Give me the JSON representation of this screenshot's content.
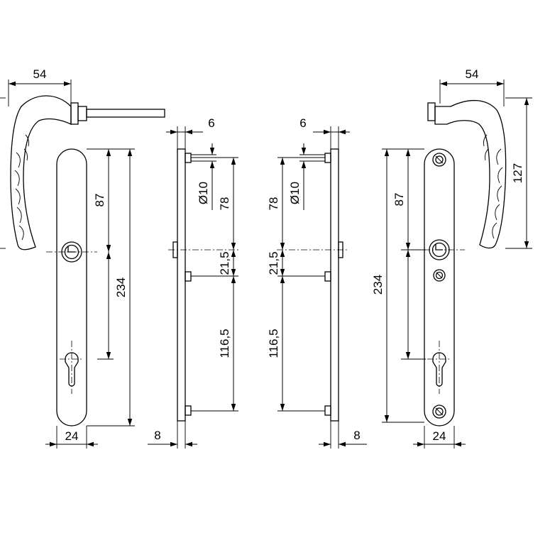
{
  "dimensions": {
    "left_handle_projection": "54",
    "right_handle_projection": "54",
    "right_handle_height": "127",
    "left_plate_pitch_upper": "87",
    "left_plate_total": "234",
    "left_plate_width": "24",
    "right_plate_pitch_upper": "87",
    "right_plate_total": "234",
    "right_plate_width": "24",
    "left_side_thickness_top": "6",
    "left_side_thickness_bottom": "8",
    "left_side_bore_diameter": "Ø10",
    "left_side_upper_spacing": "78",
    "left_side_mid_spacing": "21,5",
    "left_side_lower_spacing": "116,5",
    "right_side_thickness_top": "6",
    "right_side_thickness_bottom": "8",
    "right_side_bore_diameter": "Ø10",
    "right_side_upper_spacing": "78",
    "right_side_mid_spacing": "21,5",
    "right_side_lower_spacing": "116,5"
  }
}
